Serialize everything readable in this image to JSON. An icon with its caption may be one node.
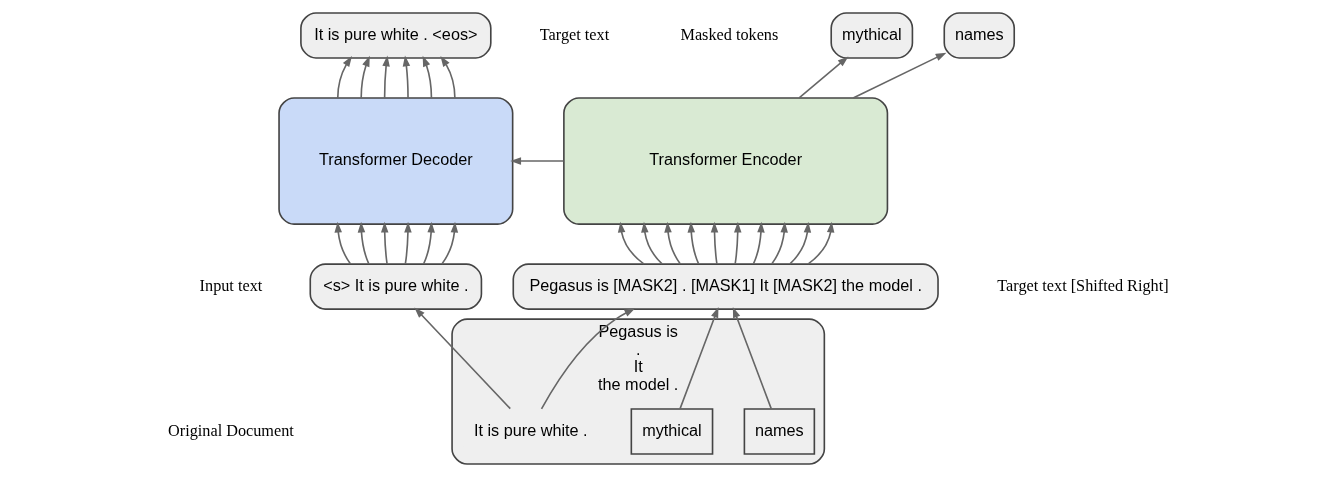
{
  "diagram": {
    "nodes": [
      {
        "text": [
          "mythical"
        ]
      },
      {
        "text": [
          "names"
        ]
      },
      {
        "text": [
          "It is pure white . <eos>"
        ]
      },
      {
        "text": [
          "Transformer Encoder"
        ]
      },
      {
        "text": [
          "Transformer Decoder"
        ]
      },
      {
        "text": [
          "Pegasus is [MASK2] . [MASK1] It [MASK2] the model ."
        ]
      },
      {
        "text": [
          "<s> It is pure white ."
        ]
      },
      {
        "text": [
          "Pegasus is",
          ".",
          "It",
          "the model ."
        ]
      },
      {
        "text": [
          "mythical"
        ],
        "in": 7
      },
      {
        "text": [
          "It is pure white ."
        ],
        "in": 7
      },
      {
        "text": [
          "names"
        ],
        "in": 7
      }
    ],
    "edges": [
      {
        "from": 3,
        "to": 0,
        "arrow": "to"
      },
      {
        "from": 3,
        "to": 1,
        "arrow": "to"
      },
      {
        "from": 4,
        "to": 2,
        "arrow": "to"
      },
      {
        "from": 4,
        "to": 2,
        "arrow": "to"
      },
      {
        "from": 4,
        "to": 2,
        "arrow": "to"
      },
      {
        "from": 4,
        "to": 2,
        "arrow": "to"
      },
      {
        "from": 4,
        "to": 2,
        "arrow": "to"
      },
      {
        "from": 4,
        "to": 2,
        "arrow": "to"
      },
      {
        "from": 3,
        "to": 4,
        "arrow": "to"
      },
      {
        "from": 5,
        "to": 3,
        "arrow": "to"
      },
      {
        "from": 5,
        "to": 3,
        "arrow": "to"
      },
      {
        "from": 5,
        "to": 3,
        "arrow": "to"
      },
      {
        "from": 5,
        "to": 3,
        "arrow": "to"
      },
      {
        "from": 5,
        "to": 3,
        "arrow": "to"
      },
      {
        "from": 5,
        "to": 3,
        "arrow": "to"
      },
      {
        "from": 5,
        "to": 3,
        "arrow": "to"
      },
      {
        "from": 5,
        "to": 3,
        "arrow": "to"
      },
      {
        "from": 5,
        "to": 3,
        "arrow": "to"
      },
      {
        "from": 5,
        "to": 3,
        "arrow": "to"
      },
      {
        "from": 6,
        "to": 4,
        "arrow": "to"
      },
      {
        "from": 6,
        "to": 4,
        "arrow": "to"
      },
      {
        "from": 6,
        "to": 4,
        "arrow": "to"
      },
      {
        "from": 6,
        "to": 4,
        "arrow": "to"
      },
      {
        "from": 6,
        "to": 4,
        "arrow": "to"
      },
      {
        "from": 6,
        "to": 4,
        "arrow": "to"
      },
      {
        "from": 8,
        "to": 5,
        "arrow": "to"
      },
      {
        "from": 9,
        "to": 5,
        "arrow": "to"
      },
      {
        "from": 9,
        "to": 6,
        "arrow": "to"
      },
      {
        "from": 10,
        "to": 5,
        "arrow": "to"
      }
    ],
    "labels": [
      "Masked tokens",
      "Target text",
      "Input text",
      "Target text [Shifted Right]",
      "Original Document"
    ]
  }
}
